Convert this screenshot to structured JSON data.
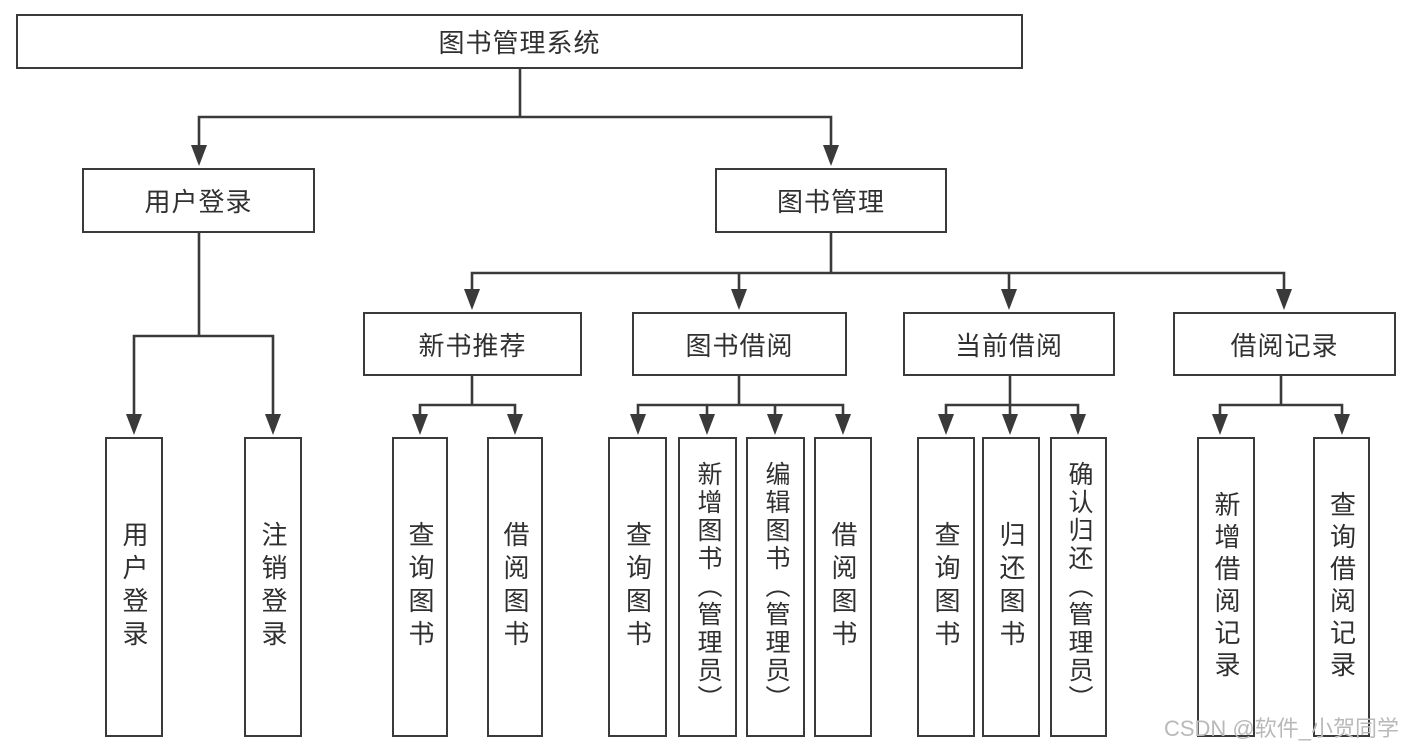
{
  "diagram": {
    "root": {
      "label": "图书管理系统"
    },
    "level2": [
      {
        "label": "用户登录"
      },
      {
        "label": "图书管理"
      }
    ],
    "level3": [
      {
        "label": "新书推荐"
      },
      {
        "label": "图书借阅"
      },
      {
        "label": "当前借阅"
      },
      {
        "label": "借阅记录"
      }
    ],
    "leaves": [
      {
        "label": "用户登录"
      },
      {
        "label": "注销登录"
      },
      {
        "label": "查询图书"
      },
      {
        "label": "借阅图书"
      },
      {
        "label": "查询图书"
      },
      {
        "label": "新增图书（管理员）"
      },
      {
        "label": "编辑图书（管理员）"
      },
      {
        "label": "借阅图书"
      },
      {
        "label": "查询图书"
      },
      {
        "label": "归还图书"
      },
      {
        "label": "确认归还（管理员）"
      },
      {
        "label": "新增借阅记录"
      },
      {
        "label": "查询借阅记录"
      }
    ]
  },
  "watermark": "CSDN @软件_小贺同学",
  "colors": {
    "line": "#3a3a3a",
    "text": "#303030",
    "watermark": "#b9b9b9",
    "background": "#ffffff"
  }
}
